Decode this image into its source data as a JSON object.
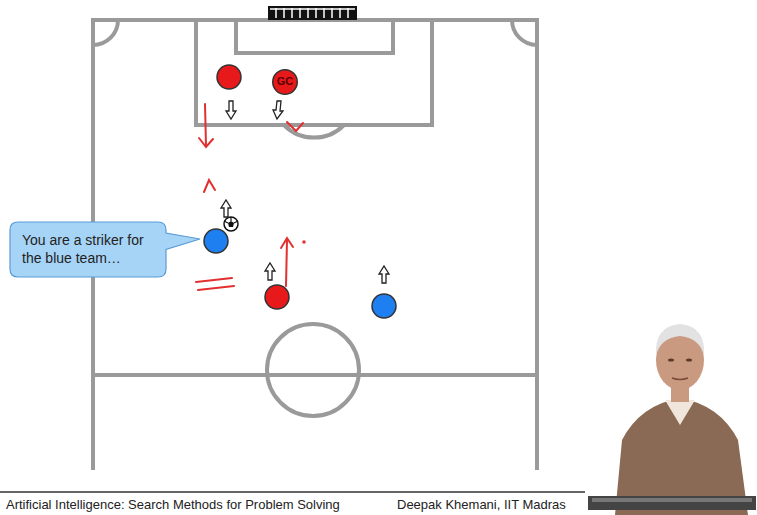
{
  "diagram": {
    "nodes": [
      {
        "text": [
          "GC"
        ]
      },
      {
        "text": [
          "You are a striker for the blue team…"
        ]
      }
    ],
    "labels": [
      "Artificial Intelligence: Search Methods for Problem Solving",
      "Deepak Khemani, IIT Madras"
    ]
  }
}
